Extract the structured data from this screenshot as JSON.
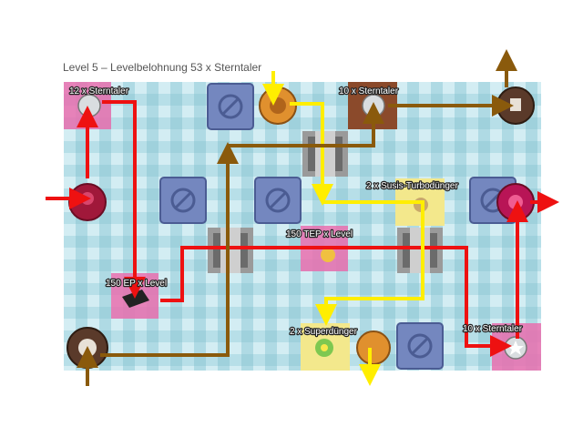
{
  "header": {
    "title": "Level 5 – Levelbelohnung 53 x Sterntaler"
  },
  "rewards": [
    {
      "id": "reward-sterntaler-12",
      "label": "12 x Sterntaler"
    },
    {
      "id": "reward-sterntaler-10-top",
      "label": "10 x Sterntaler"
    },
    {
      "id": "reward-susis-turbo",
      "label": "2 x Susis-Turbodünger"
    },
    {
      "id": "reward-tep",
      "label": "150 TEP x Level"
    },
    {
      "id": "reward-ep",
      "label": "150 EP x Level"
    },
    {
      "id": "reward-superduenger",
      "label": "2 x Superdünger"
    },
    {
      "id": "reward-sterntaler-10-bottom",
      "label": "10 x Sterntaler"
    }
  ],
  "path_colors": {
    "red": "#ee1111",
    "yellow": "#ffee00",
    "brown": "#8a5a0c"
  },
  "icons": [
    "stone-block-icon",
    "gear-switch-icon",
    "coin-token-icon",
    "star-token-icon",
    "cow-token-icon",
    "flower-token-icon",
    "scarecrow-icon",
    "cart-icon",
    "toolbox-icon"
  ]
}
